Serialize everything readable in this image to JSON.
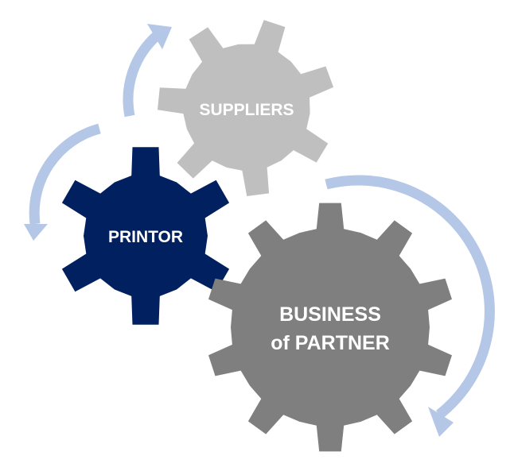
{
  "colors": {
    "suppliers": "#bfbfbf",
    "printor": "#002060",
    "business": "#7f7f7f",
    "arrow": "#b4c7e7"
  },
  "gears": {
    "suppliers": {
      "label": "SUPPLIERS"
    },
    "printor": {
      "label": "PRINTOR"
    },
    "business": {
      "line1": "BUSINESS",
      "line2": "of PARTNER"
    }
  }
}
